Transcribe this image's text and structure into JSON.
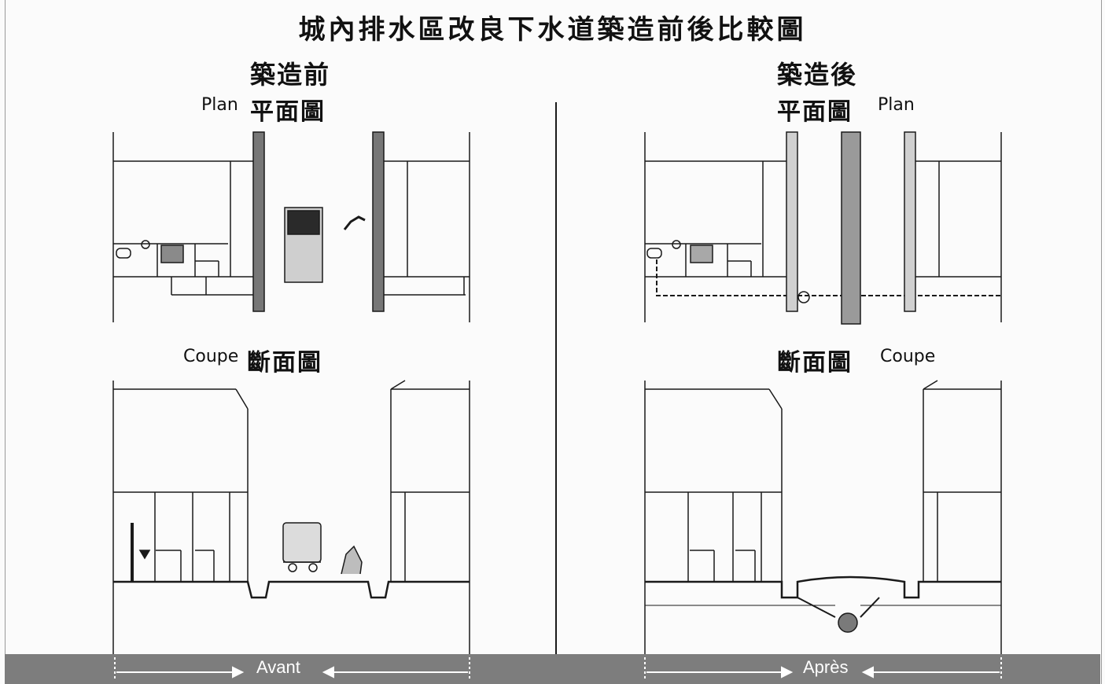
{
  "title": "城內排水區改良下水道築造前後比較圖",
  "left": {
    "heading": "築造前",
    "plan_cjk": "平面圖",
    "plan_label": "Plan",
    "section_cjk": "斷面圖",
    "section_label": "Coupe",
    "bottom_label": "Avant"
  },
  "right": {
    "heading": "築造後",
    "plan_cjk": "平面圖",
    "plan_label": "Plan",
    "section_cjk": "斷面圖",
    "section_label": "Coupe",
    "bottom_label": "Après"
  },
  "colors": {
    "bar": "#7d7d7d",
    "ink": "#1a1a1a",
    "paper": "#fbfbfb"
  }
}
